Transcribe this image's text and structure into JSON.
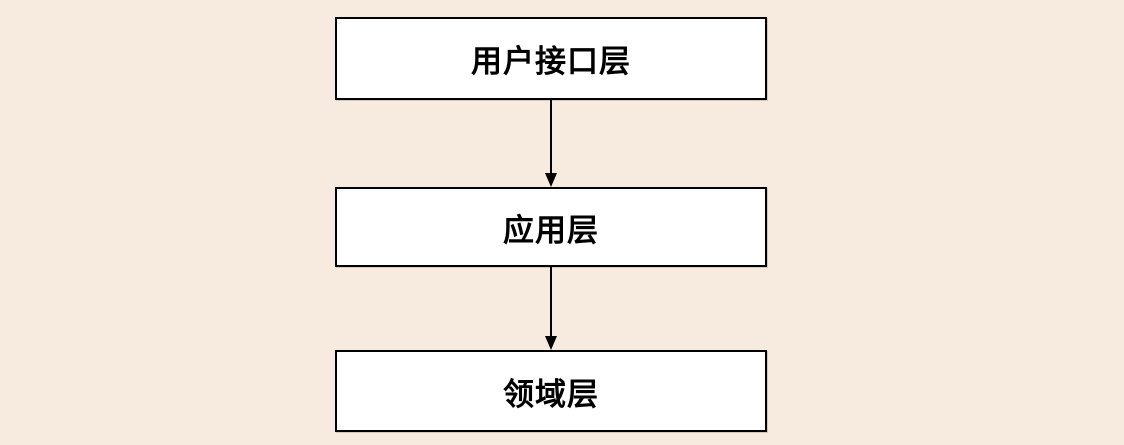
{
  "diagram": {
    "nodes": [
      {
        "id": "user-interface-layer",
        "label": "用户接口层"
      },
      {
        "id": "application-layer",
        "label": "应用层"
      },
      {
        "id": "domain-layer",
        "label": "领域层"
      }
    ],
    "arrows": [
      {
        "from": "用户接口层",
        "to": "应用层",
        "direction": "down"
      },
      {
        "from": "应用层",
        "to": "领域层",
        "direction": "down"
      }
    ]
  },
  "colors": {
    "background": "#F7EBE0",
    "node_fill": "#FFFFFF",
    "node_border": "#000000",
    "text": "#000000",
    "arrow": "#000000"
  }
}
